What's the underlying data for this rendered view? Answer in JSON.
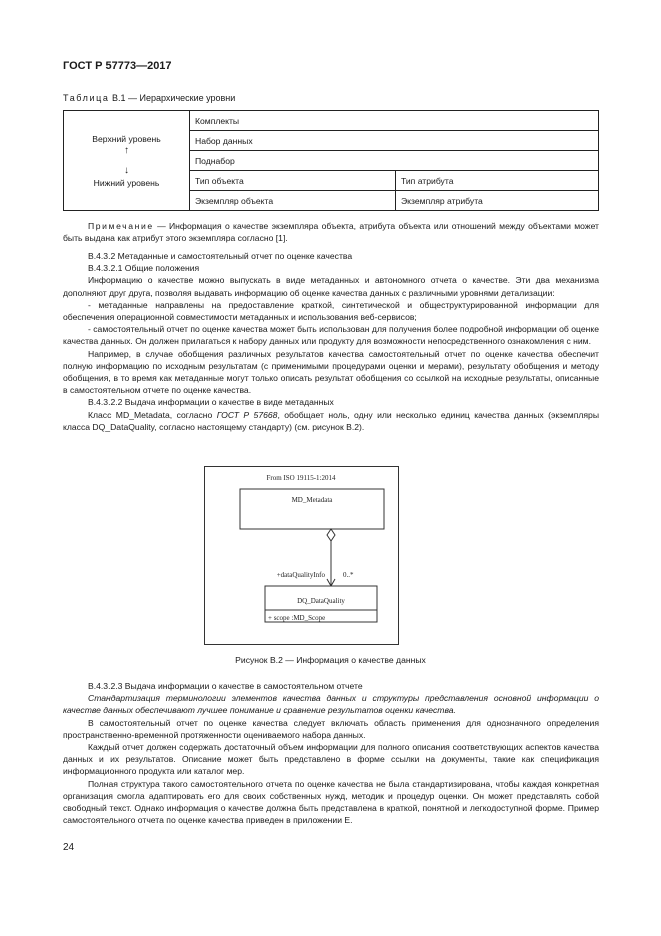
{
  "header": {
    "doc_id": "ГОСТ Р 57773—2017"
  },
  "table_caption": {
    "prefix": "Таблица",
    "text": "В.1 — Иерархические уровни"
  },
  "levels_table": {
    "top_level": "Верхний уровень",
    "arrow_up": "↑",
    "arrow_down": "↓",
    "bottom_level": "Нижний уровень",
    "rows": [
      "Комплекты",
      "Набор данных",
      "Поднабор"
    ],
    "split_rows": [
      {
        "left": "Тип объекта",
        "right": "Тип атрибута"
      },
      {
        "left": "Экземпляр объекта",
        "right": "Экземпляр атрибута"
      }
    ]
  },
  "note": {
    "label": "Примечание",
    "text": " — Информация о качестве экземпляра объекта, атрибута объекта или отношений между объектами может быть выдана как атрибут этого экземпляра согласно [1]."
  },
  "section_b432": {
    "heading": "В.4.3.2 Метаданные и самостоятельный отчет по оценке качества",
    "subheading": "В.4.3.2.1 Общие положения",
    "p1": "Информацию о качестве можно выпускать в виде метаданных и автономного отчета о качестве. Эти два механизма дополняют друг друга, позволяя выдавать информацию об оценке качества данных с различными уровнями детализации:",
    "bullet1": "- метаданные направлены на предоставление краткой, синтетической и общеструктурированной информации для обеспечения операционной совместимости метаданных и использования веб-сервисов;",
    "bullet2": "- самостоятельный отчет по оценке качества может быть использован для получения более подробной информации об оценке качества данных. Он должен прилагаться к набору данных или продукту для возможности непосредственного ознакомления с ним.",
    "p2": "Например, в случае обобщения различных результатов качества самостоятельный отчет по оценке качества обеспечит полную информацию по исходным результатам (с применимыми процедурами оценки и мерами), результату обобщения и методу обобщения, в то время как метаданные могут только описать результат обобщения со ссылкой на исходные результаты, описанные в самостоятельном отчете по оценке качества."
  },
  "section_b4322": {
    "heading": "В.4.3.2.2 Выдача информации о качестве в виде метаданных",
    "p_start": "Класс MD_Metadata, согласно ",
    "p_ref": "ГОСТ Р 57668",
    "p_end": ", обобщает ноль, одну или несколько единиц качества данных (экземпляры класса DQ_DataQuality, согласно настоящему стандарту) (см. рисунок В.2)."
  },
  "diagram": {
    "package_label": "From ISO 19115-1:2014",
    "class_md": "MD_Metadata",
    "role_label": "+dataQualityInfo",
    "multiplicity": "0..*",
    "class_dq": "DQ_DataQuality",
    "dq_attribute": "+ scope :MD_Scope"
  },
  "figure_caption": "Рисунок В.2 — Информация о качестве данных",
  "section_b4323": {
    "heading": "В.4.3.2.3 Выдача информации о качестве в самостоятельном отчете",
    "italic_p": "Стандартизация терминологии элементов качества данных и структуры представления основной информации о качестве данных обеспечивают лучшее понимание и сравнение результатов оценки качества.",
    "p1": "В самостоятельный отчет по оценке качества следует включать область применения для однозначного определения пространственно-временной протяженности оцениваемого набора данных.",
    "p2": "Каждый отчет должен содержать достаточный объем информации для полного описания соответствующих аспектов качества данных и их результатов. Описание может быть представлено в форме ссылки на документы, такие как спецификация информационного продукта или каталог мер.",
    "p3": "Полная структура такого самостоятельного отчета по оценке качества не была стандартизирована, чтобы каждая конкретная организация смогла адаптировать его для своих собственных нужд, методик и процедур оценки. Он может представлять собой свободный текст. Однако информация о качестве должна быть представлена в краткой, понятной и легкодоступной форме. Пример самостоятельного отчета по оценке качества приведен в приложении Е."
  },
  "page_number": "24"
}
